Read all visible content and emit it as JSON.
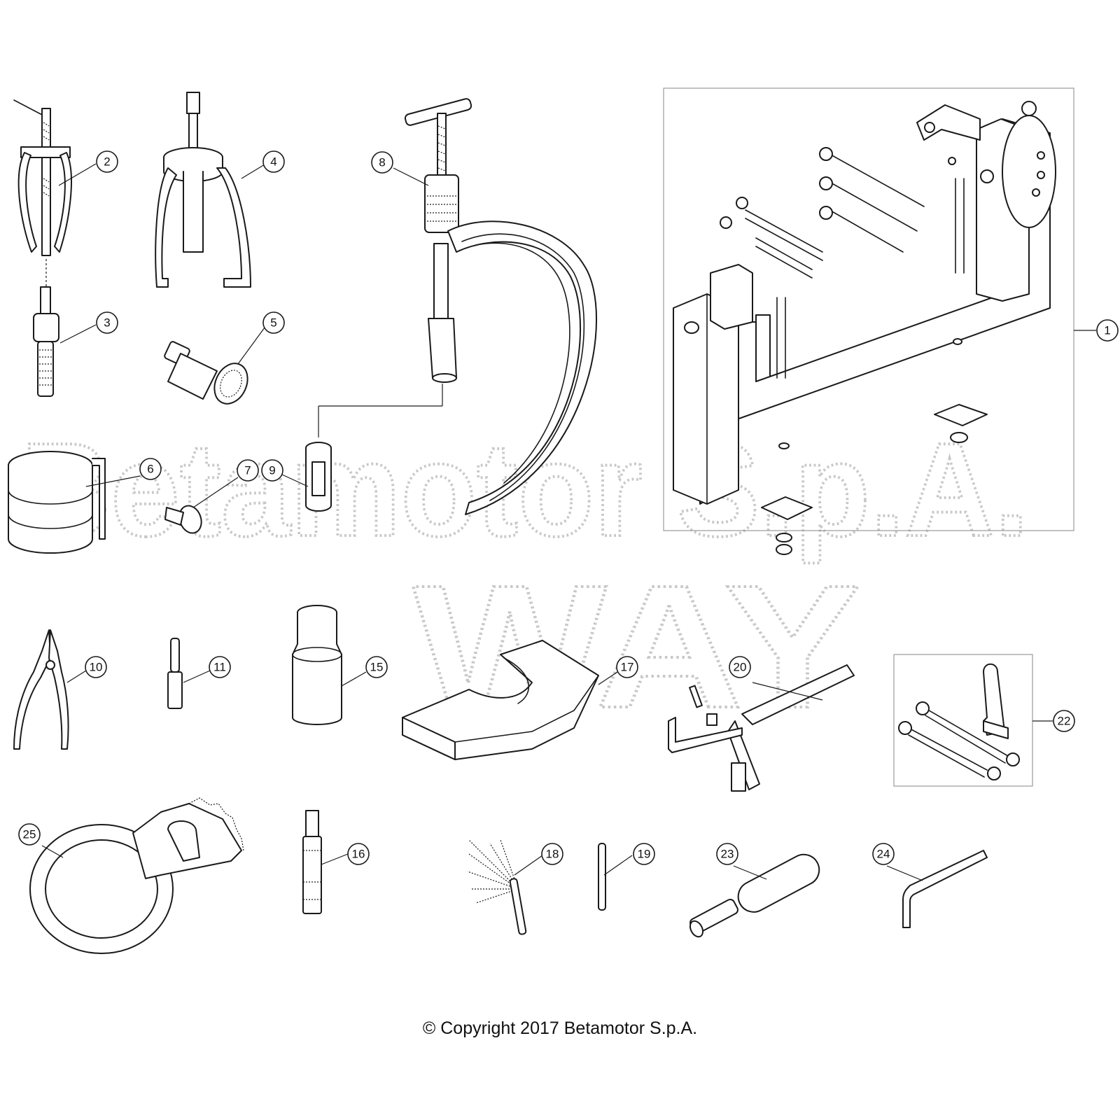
{
  "watermark": {
    "line1": "Betamotor S.p.A.",
    "line2": "WAY"
  },
  "callouts": [
    {
      "id": "callout-1",
      "label": "1"
    },
    {
      "id": "callout-2",
      "label": "2"
    },
    {
      "id": "callout-3",
      "label": "3"
    },
    {
      "id": "callout-4",
      "label": "4"
    },
    {
      "id": "callout-5",
      "label": "5"
    },
    {
      "id": "callout-6",
      "label": "6"
    },
    {
      "id": "callout-7",
      "label": "7"
    },
    {
      "id": "callout-8",
      "label": "8"
    },
    {
      "id": "callout-9",
      "label": "9"
    },
    {
      "id": "callout-10",
      "label": "10"
    },
    {
      "id": "callout-11",
      "label": "11"
    },
    {
      "id": "callout-15",
      "label": "15"
    },
    {
      "id": "callout-16",
      "label": "16"
    },
    {
      "id": "callout-17",
      "label": "17"
    },
    {
      "id": "callout-18",
      "label": "18"
    },
    {
      "id": "callout-19",
      "label": "19"
    },
    {
      "id": "callout-20",
      "label": "20"
    },
    {
      "id": "callout-22",
      "label": "22"
    },
    {
      "id": "callout-23",
      "label": "23"
    },
    {
      "id": "callout-24",
      "label": "24"
    },
    {
      "id": "callout-25",
      "label": "25"
    }
  ],
  "copyright": "© Copyright 2017 Betamotor S.p.A."
}
